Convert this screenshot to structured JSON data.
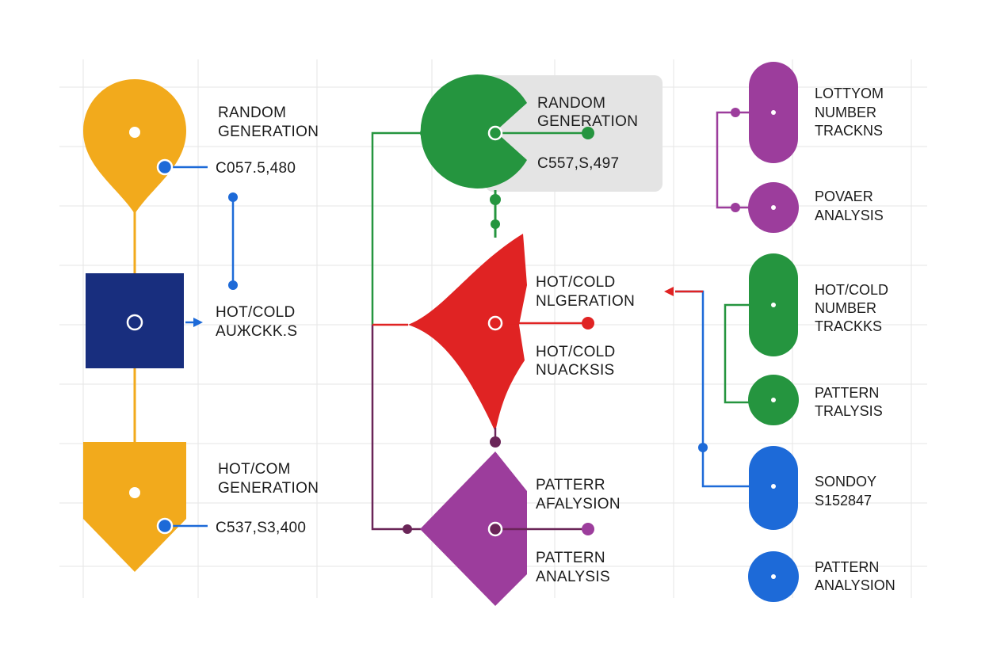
{
  "colors": {
    "orange": "#f2aa1c",
    "navy": "#182e7e",
    "green": "#25953f",
    "red": "#e02323",
    "purple": "#9c3d9c",
    "blue": "#1d6ad8",
    "dark_purple": "#6a2558",
    "callout_bg": "#e4e4e4",
    "grid": "#e6e6e6",
    "text": "#1c1c1c"
  },
  "left_column": {
    "node1": {
      "line1": "RANDOM",
      "line2": "GENERATION",
      "value": "C057.5,480"
    },
    "node2": {
      "line1": "HOT/COLD",
      "line2": "AUЖCKK.S"
    },
    "node3": {
      "line1": "HOT/COM",
      "line2": "GENERATION",
      "value": "C537,S3,400"
    }
  },
  "center_column": {
    "green_node": {
      "line1": "RANDOM",
      "line2": "GENERATION",
      "value": "C557,S,497"
    },
    "red_node": {
      "label_a": {
        "line1": "HOT/COLD",
        "line2": "NLGERATION"
      },
      "label_b": {
        "line1": "HOT/COLD",
        "line2": "NUACKSIS"
      }
    },
    "purple_node": {
      "label_a": {
        "line1": "PATTERR",
        "line2": "AFALYSION"
      },
      "label_b": {
        "line1": "PATTERN",
        "line2": "ANALYSIS"
      }
    }
  },
  "right_column": {
    "purple_pill": {
      "line1": "LOTTYOM",
      "line2": "NUMBER",
      "line3": "TRACKNS"
    },
    "purple_circle": {
      "line1": "POVAER",
      "line2": "ANALYSIS"
    },
    "green_pill": {
      "line1": "HOT/COLD",
      "line2": "NUMBER",
      "line3": "TRACKKS"
    },
    "green_circle": {
      "line1": "PATTERN",
      "line2": "TRALYSIS"
    },
    "blue_pill": {
      "line1": "SONDOY",
      "line2": "S152847"
    },
    "blue_circle": {
      "line1": "PATTERN",
      "line2": "ANALYSION"
    }
  }
}
